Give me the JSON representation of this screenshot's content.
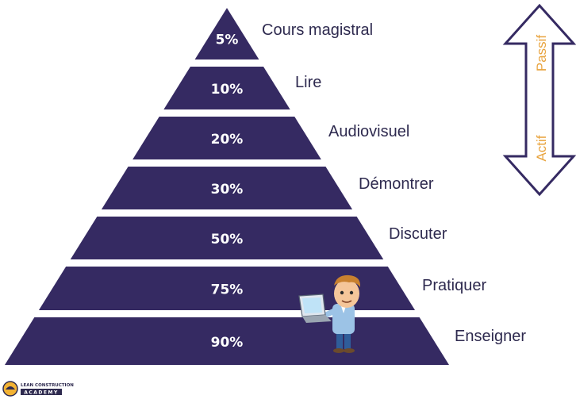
{
  "pyramid": {
    "fill_color": "#352a62",
    "levels": [
      {
        "percent": "5%",
        "label": "Cours magistral"
      },
      {
        "percent": "10%",
        "label": "Lire"
      },
      {
        "percent": "20%",
        "label": "Audiovisuel"
      },
      {
        "percent": "30%",
        "label": "Démontrer"
      },
      {
        "percent": "50%",
        "label": "Discuter"
      },
      {
        "percent": "75%",
        "label": "Pratiquer"
      },
      {
        "percent": "90%",
        "label": "Enseigner"
      }
    ]
  },
  "arrow": {
    "top_label": "Passif",
    "bottom_label": "Actif",
    "stroke_color": "#352a62",
    "text_color": "#e8a33d"
  },
  "logo": {
    "line1": "LEAN CONSTRUCTION",
    "line2": "ACADEMY"
  }
}
